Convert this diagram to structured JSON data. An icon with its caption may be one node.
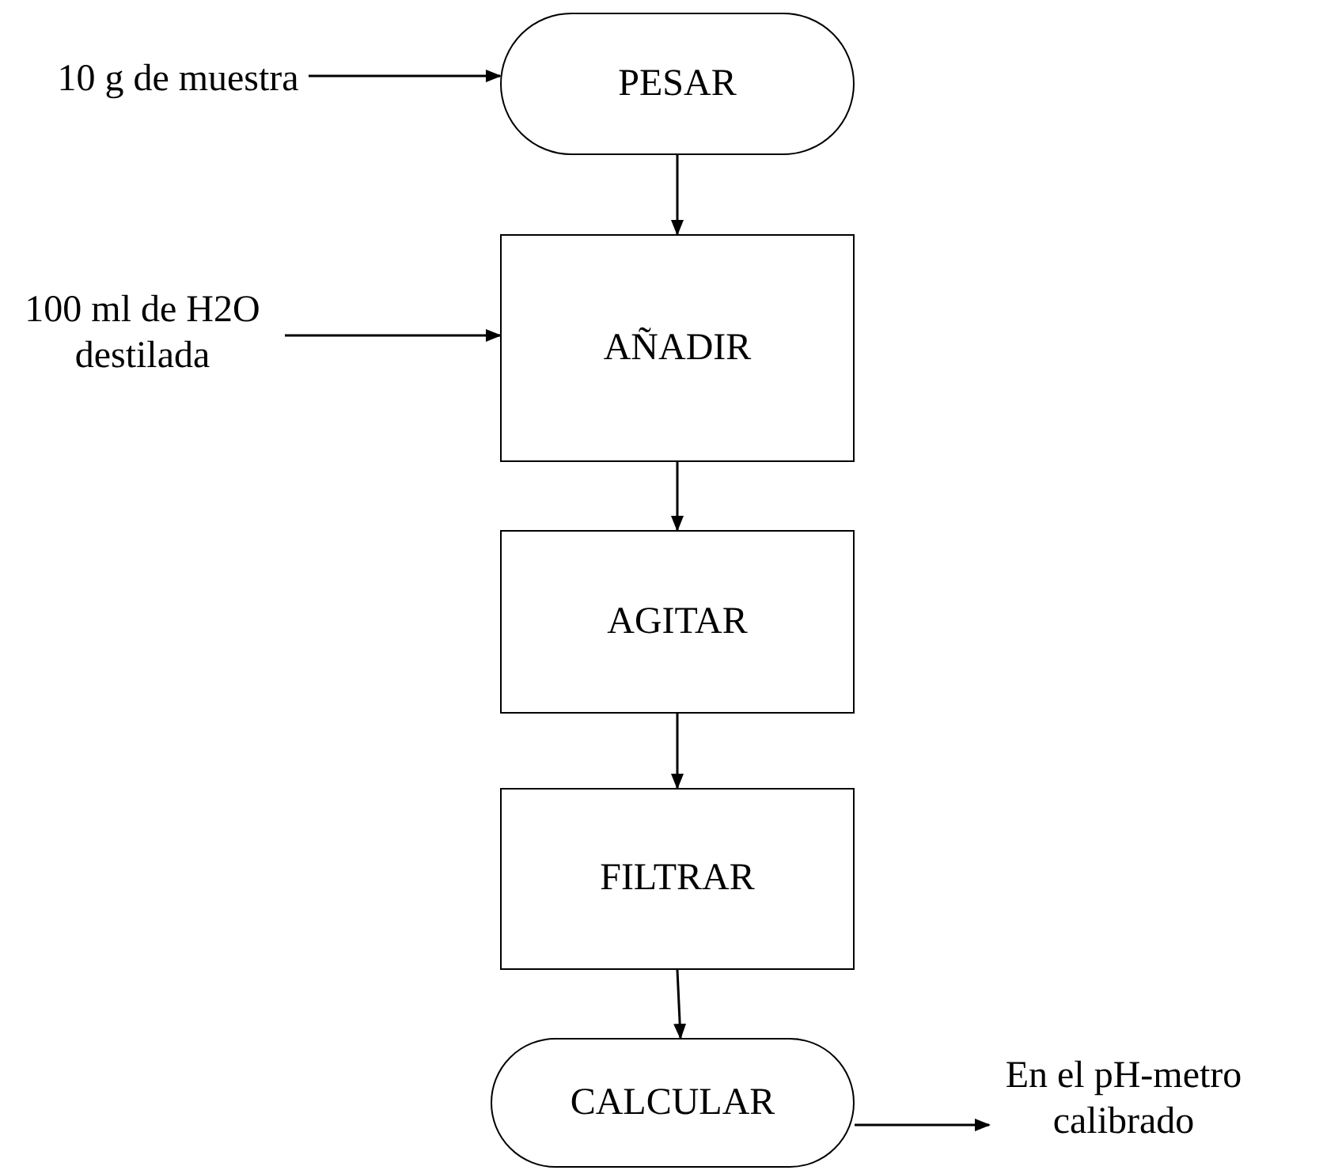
{
  "diagram": {
    "nodes": [
      {
        "text": [
          "10 g de muestra"
        ]
      },
      {
        "text": [
          "PESAR"
        ]
      },
      {
        "text": [
          "100 ml de H2O destilada"
        ]
      },
      {
        "text": [
          "AÑADIR"
        ]
      },
      {
        "text": [
          "AGITAR"
        ]
      },
      {
        "text": [
          "FILTRAR"
        ]
      },
      {
        "text": [
          "CALCULAR"
        ]
      },
      {
        "text": [
          "En el pH-metro calibrado"
        ]
      }
    ],
    "edges": [
      {
        "from": 0,
        "to": 1,
        "arrow": "to"
      },
      {
        "from": 1,
        "to": 3,
        "arrow": "to"
      },
      {
        "from": 2,
        "to": 3,
        "arrow": "to"
      },
      {
        "from": 3,
        "to": 4,
        "arrow": "to"
      },
      {
        "from": 4,
        "to": 5,
        "arrow": "to"
      },
      {
        "from": 5,
        "to": 6,
        "arrow": "to"
      },
      {
        "from": 6,
        "to": 7,
        "arrow": "to"
      }
    ]
  }
}
